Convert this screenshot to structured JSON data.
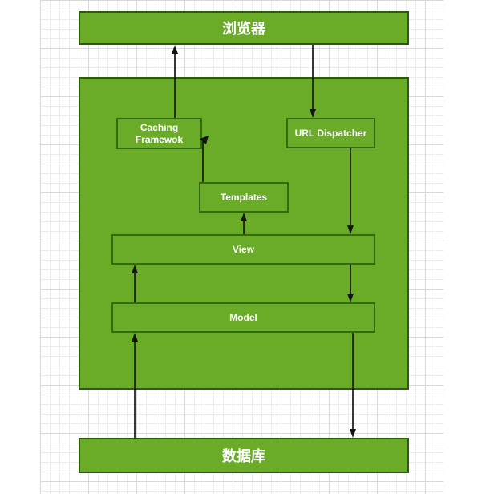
{
  "colors": {
    "background": "#ffffff",
    "grid_minor": "#ececec",
    "grid_major": "#d9d9d9",
    "box_fill": "#6aac28",
    "outer_border": "#2d5c0e",
    "inner_border": "#2f6b10",
    "arrow": "#151515",
    "text": "#ffffff"
  },
  "nodes": {
    "browser": {
      "label": "浏览器"
    },
    "caching_framework": {
      "label": "Caching Framewok",
      "lines": [
        "Caching",
        "Framewok"
      ]
    },
    "url_dispatcher": {
      "label": "URL Dispatcher"
    },
    "templates": {
      "label": "Templates"
    },
    "view": {
      "label": "View"
    },
    "model": {
      "label": "Model"
    },
    "database": {
      "label": "数据库"
    }
  },
  "edges": [
    {
      "from": "caching_framework",
      "to": "browser"
    },
    {
      "from": "browser",
      "to": "url_dispatcher"
    },
    {
      "from": "templates",
      "to": "caching_framework"
    },
    {
      "from": "view",
      "to": "templates"
    },
    {
      "from": "url_dispatcher",
      "to": "view"
    },
    {
      "from": "view",
      "to": "model"
    },
    {
      "from": "model",
      "to": "view"
    },
    {
      "from": "database",
      "to": "model"
    },
    {
      "from": "model",
      "to": "database"
    }
  ]
}
